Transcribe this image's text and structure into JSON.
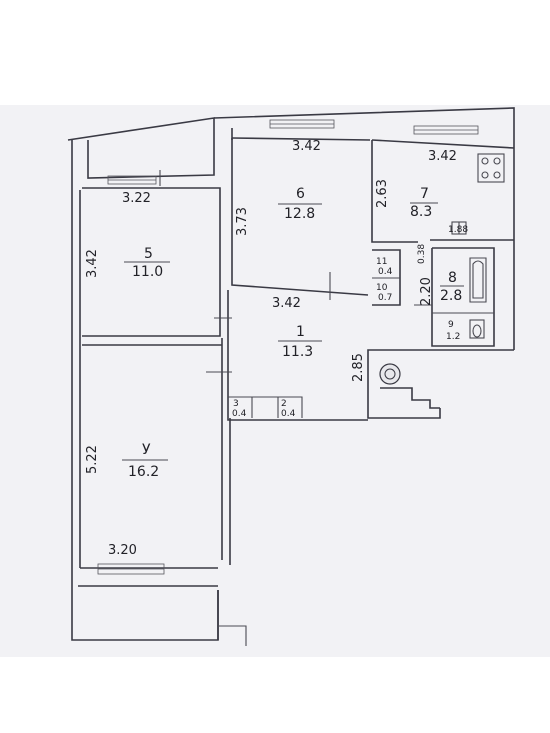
{
  "plan": {
    "colors": {
      "paper": "#f2f2f5",
      "ink": "#3a3a44",
      "outer": "#ffffff"
    },
    "dimensions": {
      "top_room6_width": "3.42",
      "top_room7_width": "3.42",
      "room5_width": "3.22",
      "room5_depth": "3.42",
      "room6_depth": "3.73",
      "room7_depth": "2.63",
      "hall_width": "3.42",
      "hall_depth": "2.85",
      "bath_width": "1.88",
      "bath_depth": "2.20",
      "corridor_small": "0.38",
      "room4_depth": "5.22",
      "room4_width": "3.20"
    },
    "rooms": [
      {
        "id": "1",
        "num": "1",
        "area": "11.3"
      },
      {
        "id": "2",
        "num": "2",
        "area": "0.4"
      },
      {
        "id": "3",
        "num": "3",
        "area": "0.4"
      },
      {
        "id": "4",
        "num": "У",
        "area": "16.2"
      },
      {
        "id": "5",
        "num": "5",
        "area": "11.0"
      },
      {
        "id": "6",
        "num": "6",
        "area": "12.8"
      },
      {
        "id": "7",
        "num": "7",
        "area": "8.3"
      },
      {
        "id": "8",
        "num": "8",
        "area": "2.8"
      },
      {
        "id": "9",
        "num": "9",
        "area": "1.2"
      },
      {
        "id": "10",
        "num": "10",
        "area": "0.7"
      },
      {
        "id": "11",
        "num": "11",
        "area": "0.4"
      }
    ],
    "icons": [
      "stove-icon",
      "bathtub-icon",
      "toilet-icon",
      "sink-icon",
      "gas-riser-icon"
    ]
  }
}
